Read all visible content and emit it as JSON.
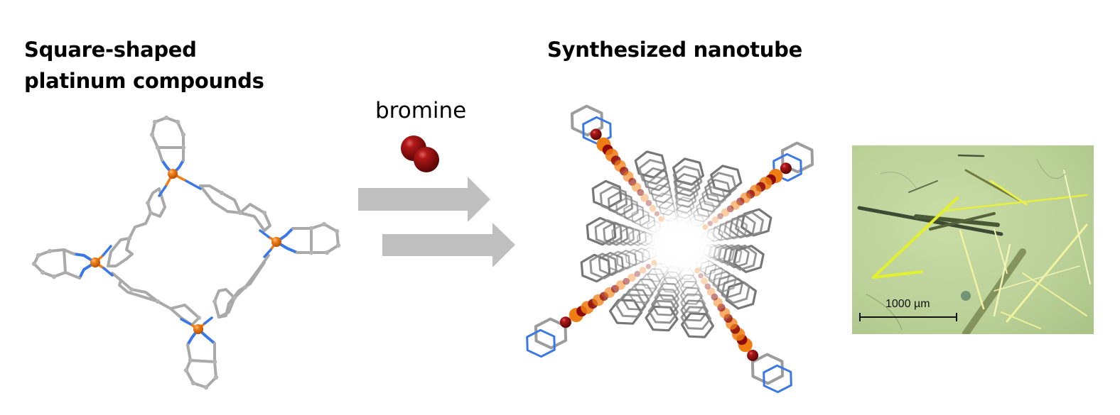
{
  "figure": {
    "left_panel": {
      "title_line1": "Square-shaped",
      "title_line2": "platinum compounds",
      "structure": "square-platinum-complex"
    },
    "reaction": {
      "reagent_label": "bromine",
      "reagent_icon": "bromine-molecule-icon",
      "arrows": [
        "forward-arrow",
        "forward-arrow"
      ]
    },
    "right_panel": {
      "title": "Synthesized nanotube",
      "structure": "nanotube-crystal-structure"
    },
    "micrograph": {
      "scale_bar_label": "1000 µm"
    },
    "colors": {
      "carbon": "#a8a8a8",
      "nitrogen": "#3a78e6",
      "platinum": "#ef7d12",
      "bromine": "#8e0a0a",
      "arrow": "#bfbfbf",
      "photo_background": "#c2d6a0"
    }
  }
}
